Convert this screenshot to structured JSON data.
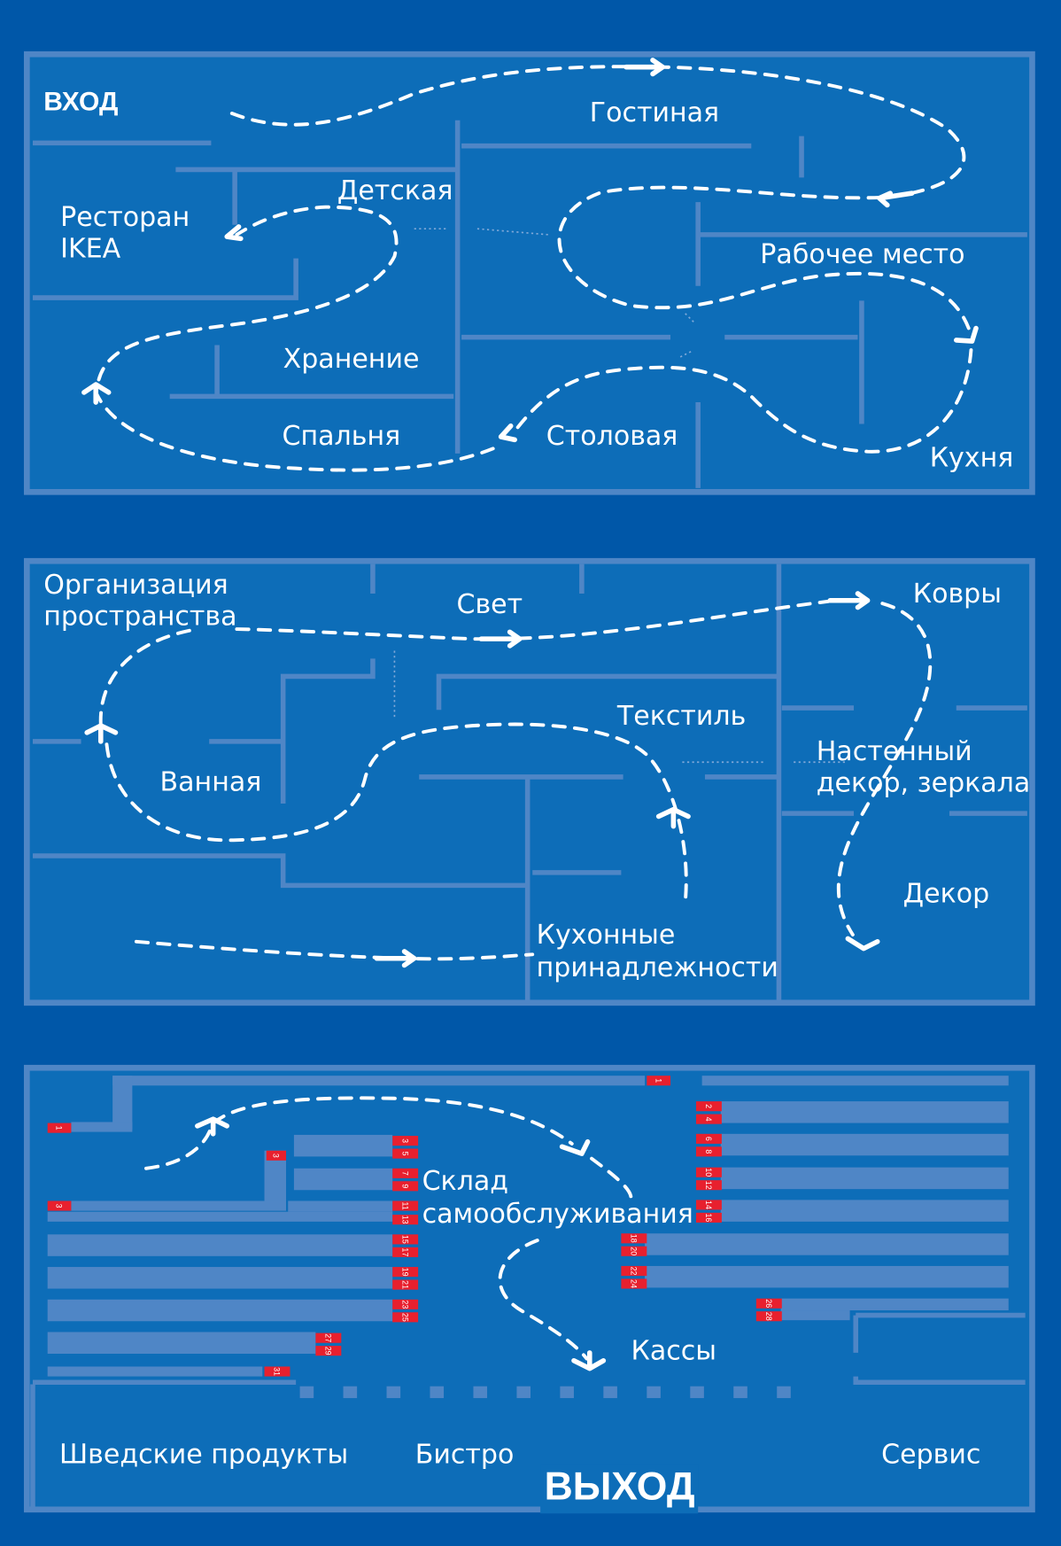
{
  "floor1": {
    "entrance": "ВХОД",
    "rooms": {
      "living": "Гостиная",
      "kids": "Детская",
      "restaurant_1": "Ресторан",
      "restaurant_2": "IKEA",
      "workspace": "Рабочее место",
      "storage": "Хранение",
      "bedroom": "Спальня",
      "dining": "Столовая",
      "kitchen": "Кухня"
    }
  },
  "floor2": {
    "rooms": {
      "organization_1": "Организация",
      "organization_2": "пространства",
      "lighting": "Свет",
      "rugs": "Ковры",
      "textile": "Текстиль",
      "bathroom": "Ванная",
      "wall_decor_1": "Настенный",
      "wall_decor_2": "декор, зеркала",
      "decor": "Декор",
      "kitchenware_1": "Кухонные",
      "kitchenware_2": "принадлежности"
    }
  },
  "floor3": {
    "rooms": {
      "warehouse_1": "Склад",
      "warehouse_2": "самообслуживания",
      "checkout": "Кассы",
      "swedish_food": "Шведские продукты",
      "bistro": "Бистро",
      "service": "Сервис"
    },
    "exit": "ВЫХОД",
    "aisle_tags": [
      "1",
      "3",
      "3",
      "3",
      "5",
      "7",
      "9",
      "11",
      "13",
      "15",
      "17",
      "19",
      "21",
      "23",
      "25",
      "27",
      "29",
      "31",
      "1",
      "2",
      "4",
      "6",
      "8",
      "10",
      "12",
      "14",
      "16",
      "18",
      "20",
      "22",
      "24",
      "26",
      "28"
    ]
  },
  "colors": {
    "background": "#0057a8",
    "panel": "#0d6db8",
    "wall": "#4f86c6",
    "tag": "#e8202e",
    "route": "#ffffff"
  }
}
